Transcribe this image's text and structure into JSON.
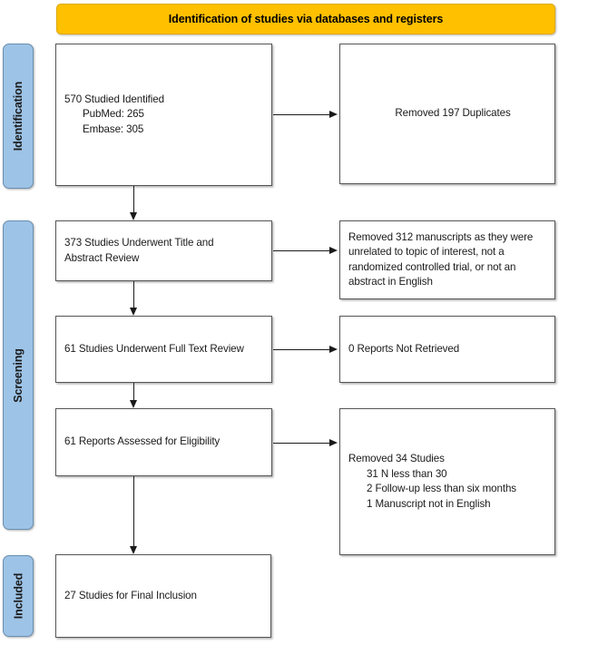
{
  "banner": {
    "title": "Identification of studies via databases and registers"
  },
  "stages": [
    {
      "id": "identification",
      "label": "Identification"
    },
    {
      "id": "screening",
      "label": "Screening"
    },
    {
      "id": "included",
      "label": "Included"
    }
  ],
  "boxes": {
    "identified": {
      "lines": [
        {
          "text": "570 Studied Identified",
          "indent": false
        },
        {
          "text": "PubMed: 265",
          "indent": true
        },
        {
          "text": "Embase: 305",
          "indent": true
        }
      ]
    },
    "duplicates": {
      "lines": [
        {
          "text": "Removed 197 Duplicates",
          "indent": false
        }
      ]
    },
    "title_abstract": {
      "lines": [
        {
          "text": "373 Studies Underwent Title and Abstract Review",
          "indent": false
        }
      ]
    },
    "excluded_screening": {
      "lines": [
        {
          "text": "Removed 312 manuscripts as they were unrelated to topic of interest, not a randomized controlled trial, or not an abstract in English",
          "indent": false
        }
      ]
    },
    "full_text": {
      "lines": [
        {
          "text": "61 Studies Underwent Full Text Review",
          "indent": false
        }
      ]
    },
    "not_retrieved": {
      "lines": [
        {
          "text": "0 Reports Not Retrieved",
          "indent": false
        }
      ]
    },
    "eligibility": {
      "lines": [
        {
          "text": "61 Reports Assessed for Eligibility",
          "indent": false
        }
      ]
    },
    "excluded_eligibility": {
      "lines": [
        {
          "text": "Removed 34 Studies",
          "indent": false
        },
        {
          "text": "31 N less than 30",
          "indent": true
        },
        {
          "text": "2 Follow-up less than six months",
          "indent": true
        },
        {
          "text": "1 Manuscript not in English",
          "indent": true
        }
      ]
    },
    "final_inclusion": {
      "lines": [
        {
          "text": "27 Studies for Final Inclusion",
          "indent": false
        }
      ]
    }
  },
  "colors": {
    "banner_fill": "#FFC000",
    "stage_fill": "#9DC3E6",
    "box_border": "#555555",
    "arrow": "#1a1a1a",
    "text": "#1a1a1a"
  }
}
